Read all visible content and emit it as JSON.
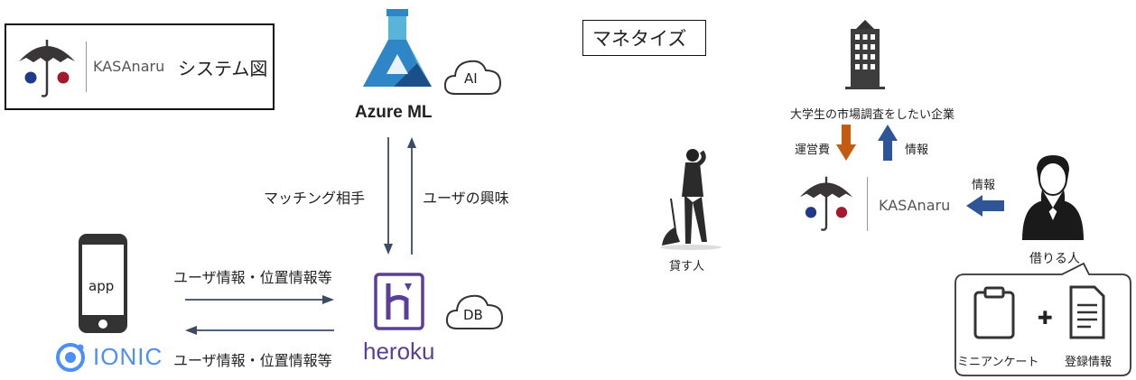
{
  "title_box": {
    "brand": "KASAnaru",
    "title": "システム図"
  },
  "azure": {
    "label": "Azure ML",
    "cloud_label": "AI"
  },
  "flows": {
    "down_label": "マッチング相手",
    "up_label": "ユーザの興味",
    "right_label": "ユーザ情報・位置情報等",
    "left_label": "ユーザ情報・位置情報等"
  },
  "phone": {
    "label": "app",
    "framework": "IONIC"
  },
  "heroku": {
    "label": "heroku",
    "cloud_label": "DB"
  },
  "monetize": {
    "title": "マネタイズ",
    "company_label": "大学生の市場調査をしたい企業",
    "fee_label": "運営費",
    "info_up_label": "情報",
    "brand": "KASAnaru",
    "info_left_label": "情報",
    "lender_label": "貸す人",
    "borrower_label": "借りる人",
    "survey_label": "ミニアンケート",
    "plus_symbol": "✚",
    "registration_label": "登録情報"
  },
  "colors": {
    "umbrella": "#3a3536",
    "dot_blue": "#1f3a8a",
    "dot_red": "#a31b2a",
    "azure_light": "#59b4d9",
    "azure_mid": "#2e86c7",
    "azure_dark": "#1b4f8a",
    "heroku": "#5a3f98",
    "arrow_orange": "#c55a11",
    "arrow_blue": "#2f5597",
    "flow_arrow": "#3c4a66"
  }
}
